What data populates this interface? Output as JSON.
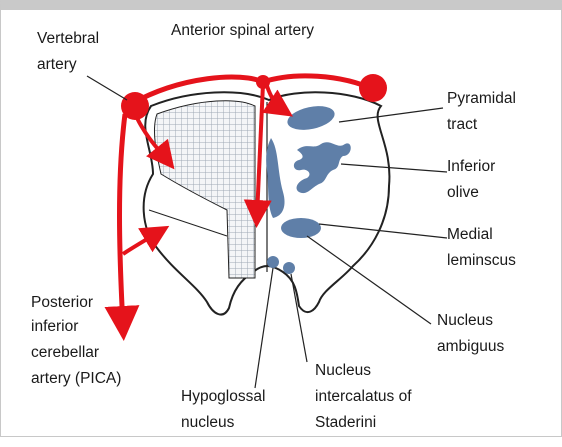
{
  "title": "",
  "labels": {
    "vertebral_artery_1": "Vertebral",
    "vertebral_artery_2": "artery",
    "anterior_spinal_artery": "Anterior spinal artery",
    "pyramidal_tract_1": "Pyramidal",
    "pyramidal_tract_2": "tract",
    "inferior_olive_1": "Inferior",
    "inferior_olive_2": "olive",
    "medial_lemniscus_1": "Medial",
    "medial_lemniscus_2": "leminscus",
    "nucleus_ambiguus_1": "Nucleus",
    "nucleus_ambiguus_2": "ambiguus",
    "pica_1": "Posterior",
    "pica_2": "inferior",
    "pica_3": "cerebellar",
    "pica_4": "artery (PICA)",
    "hypoglossal_1": "Hypoglossal",
    "hypoglossal_2": "nucleus",
    "staderini_1": "Nucleus",
    "staderini_2": "intercalatus  of",
    "staderini_3": "Staderini"
  },
  "colors": {
    "artery": "#e5131b",
    "structure": "#5f7fa8",
    "outline": "#222222",
    "hatch": "#9fa9b6"
  }
}
